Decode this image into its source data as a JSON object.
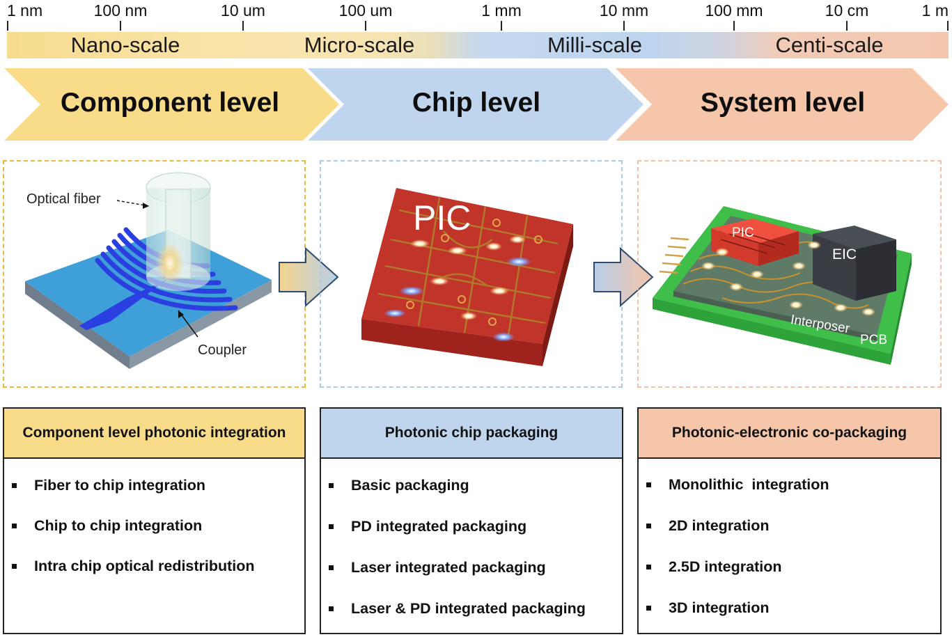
{
  "scale": {
    "ticks": [
      "1 nm",
      "100 nm",
      "10 um",
      "100 um",
      "1 mm",
      "10 mm",
      "100 mm",
      "10 cm",
      "1 m"
    ],
    "ranges": [
      "Nano-scale",
      "Micro-scale",
      "Milli-scale",
      "Centi-scale"
    ]
  },
  "levels": [
    "Component level",
    "Chip level",
    "System level"
  ],
  "colors": {
    "component": "#f8dc8a",
    "chip": "#bfd5ee",
    "system": "#f5c6a9",
    "pic_red": "#c0342a",
    "pcb_green": "#3fbf4a"
  },
  "illustrations": {
    "component": {
      "fiber_label": "Optical fiber",
      "coupler_label": "Coupler"
    },
    "chip": {
      "pic_label": "PIC"
    },
    "system": {
      "pic_label": "PIC",
      "eic_label": "EIC",
      "interposer_label": "Interposer",
      "pcb_label": "PCB"
    }
  },
  "boxes": [
    {
      "title": "Component level photonic integration",
      "items": [
        "Fiber to chip integration",
        "Chip to chip integration",
        "Intra chip optical redistribution"
      ]
    },
    {
      "title": "Photonic chip packaging",
      "items": [
        "Basic packaging",
        "PD integrated packaging",
        "Laser integrated packaging",
        "Laser & PD integrated packaging"
      ]
    },
    {
      "title": "Photonic-electronic co-packaging",
      "items": [
        "Monolithic  integration",
        "2D integration",
        "2.5D integration",
        "3D integration"
      ]
    }
  ]
}
